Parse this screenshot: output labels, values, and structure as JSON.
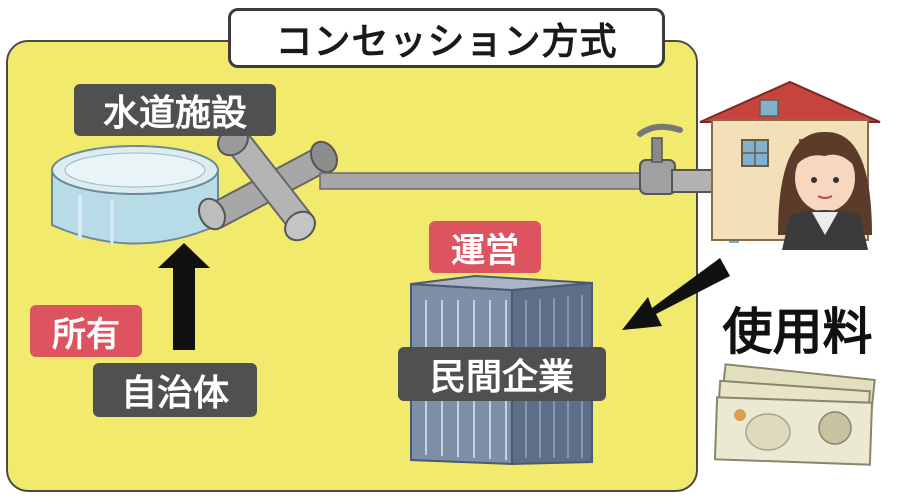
{
  "title": "コンセッション方式",
  "labels": {
    "water_facility": "水道施設",
    "operation": "運営",
    "ownership": "所有",
    "municipality": "自治体",
    "private_company": "民間企業",
    "usage_fee": "使用料"
  },
  "colors": {
    "panel_background": "#f1ea6d",
    "label_dark": "#505050",
    "label_red": "#dd5360",
    "arrow": "#1a1a1a"
  },
  "icons": [
    "water-tank-icon",
    "water-pipes-icon",
    "faucet-icon",
    "house-icon",
    "resident-person-icon",
    "office-building-icon",
    "banknotes-icon"
  ]
}
